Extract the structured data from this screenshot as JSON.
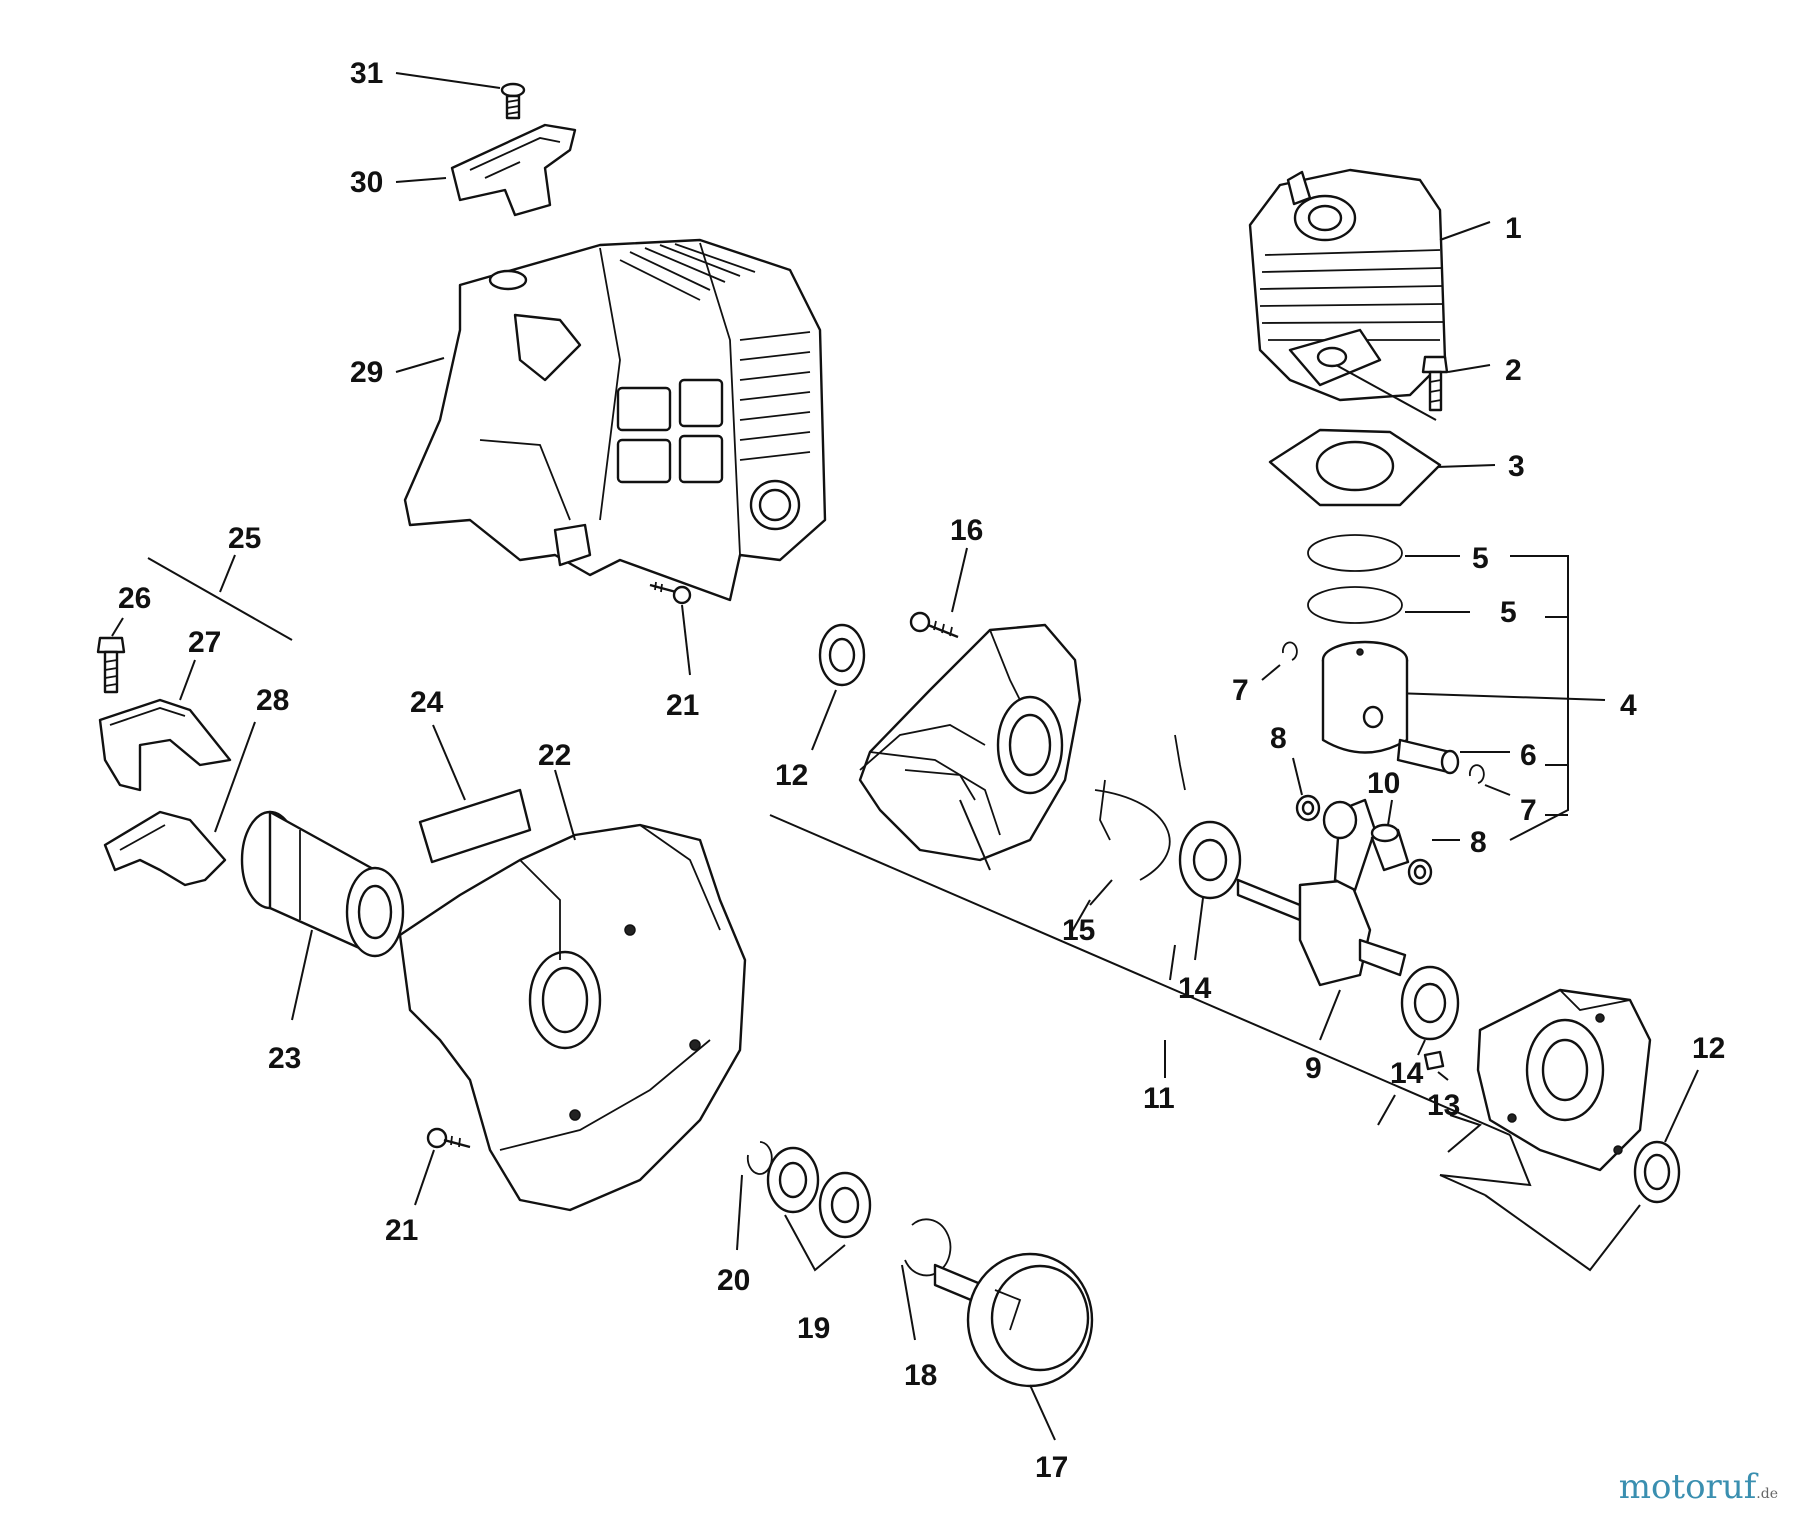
{
  "labels": {
    "l1": "1",
    "l2": "2",
    "l3": "3",
    "l4": "4",
    "l5a": "5",
    "l5b": "5",
    "l6": "6",
    "l7a": "7",
    "l7b": "7",
    "l8a": "8",
    "l8b": "8",
    "l9": "9",
    "l10": "10",
    "l11": "11",
    "l12a": "12",
    "l12b": "12",
    "l13": "13",
    "l14a": "14",
    "l14b": "14",
    "l15": "15",
    "l16": "16",
    "l17": "17",
    "l18": "18",
    "l19": "19",
    "l20": "20",
    "l21a": "21",
    "l21b": "21",
    "l22": "22",
    "l23": "23",
    "l24": "24",
    "l25": "25",
    "l26": "26",
    "l27": "27",
    "l28": "28",
    "l29": "29",
    "l30": "30",
    "l31": "31"
  },
  "watermark": {
    "brand": "motoruf",
    "tld": ".de"
  },
  "colors": {
    "ink": "#111111",
    "background": "#ffffff",
    "watermark": "#3a8fb0"
  }
}
